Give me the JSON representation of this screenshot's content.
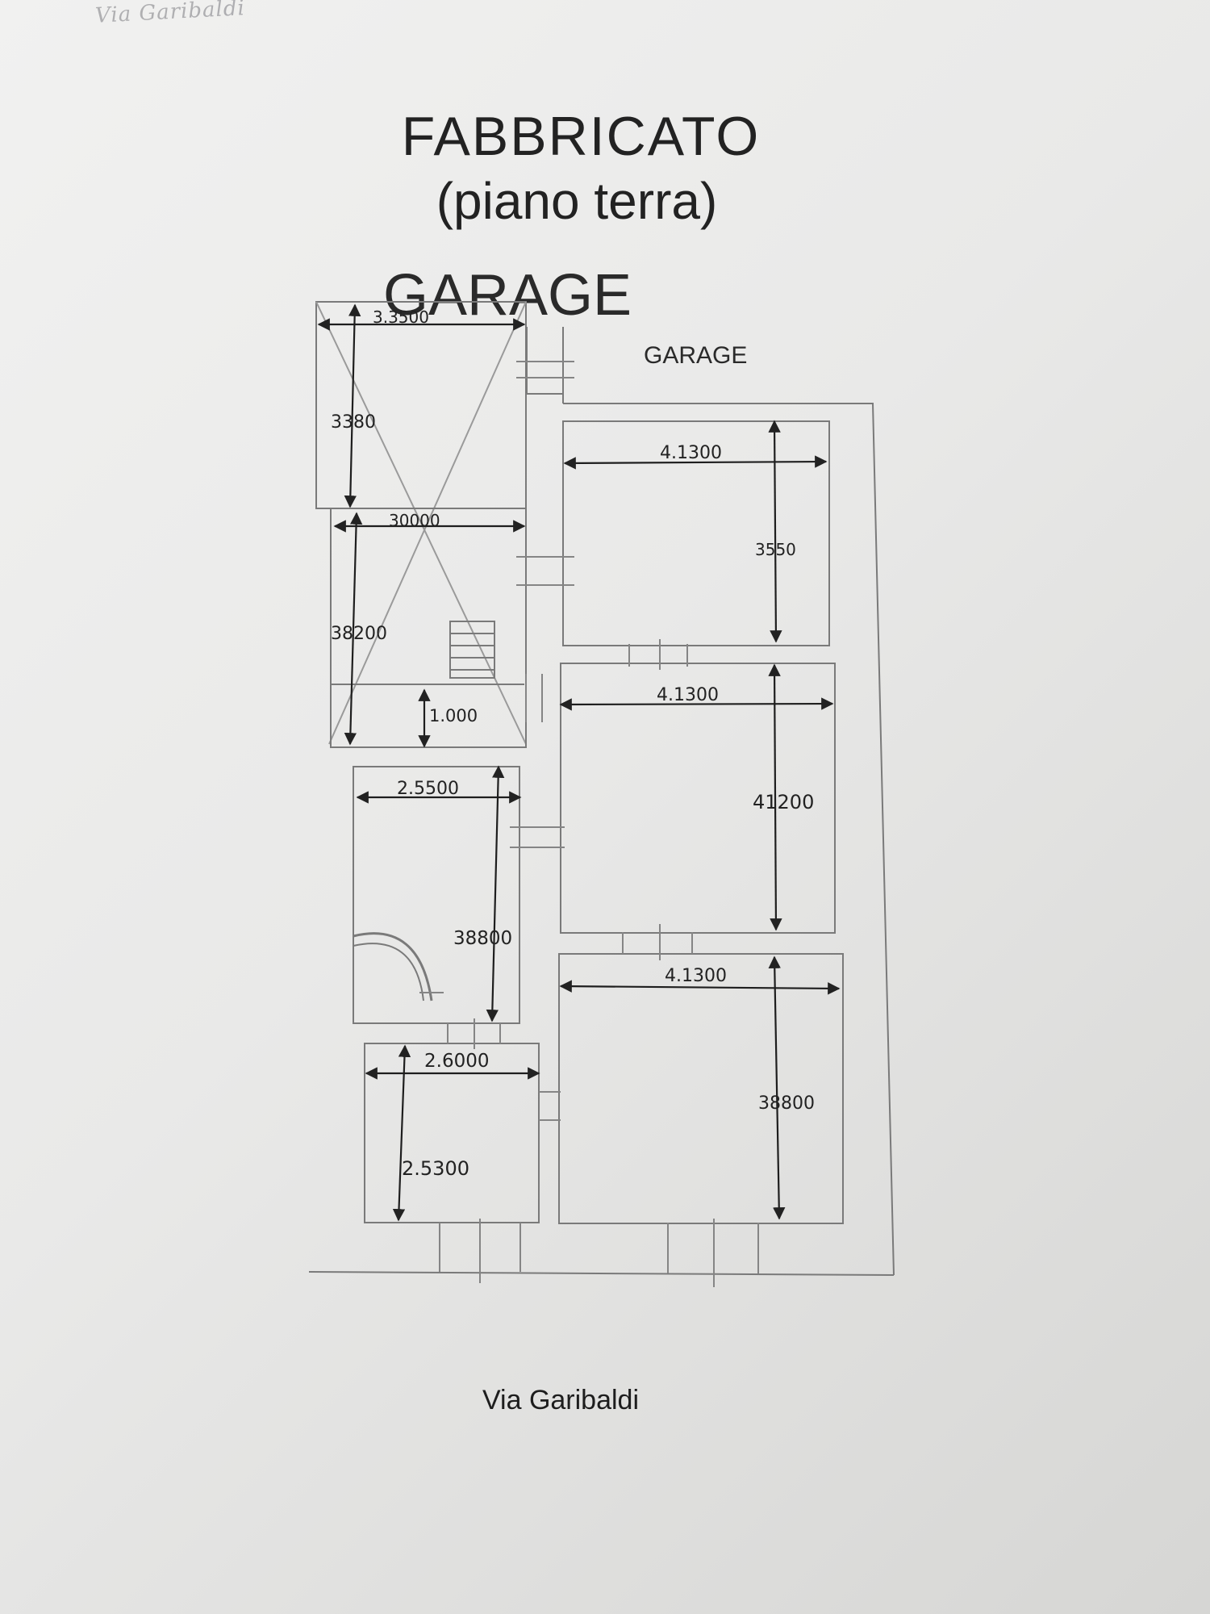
{
  "header": {
    "scribble": "Via Garibaldi",
    "title": "FABBRICATO",
    "subtitle": "(piano terra)"
  },
  "plan": {
    "garage_label": "GARAGE",
    "ghost_label": "GARAGE",
    "dimensions": {
      "top_width": "3.3500",
      "top_height": "3380",
      "second_width": "30000",
      "second_height": "38200",
      "step_height": "1.000",
      "third_width": "2.5500",
      "third_height": "38800",
      "bottom_left_width": "2.6000",
      "bottom_left_height": "2.5300",
      "right_top_width": "4.1300",
      "right_top_height": "3550",
      "right_mid_width": "4.1300",
      "right_mid_height": "41200",
      "right_bottom_width": "4.1300",
      "right_bottom_height": "38800"
    }
  },
  "footer": {
    "street": "Via Garibaldi"
  },
  "colors": {
    "paper": "#ececeb",
    "ink": "#222222",
    "line": "#7c7c7c"
  }
}
